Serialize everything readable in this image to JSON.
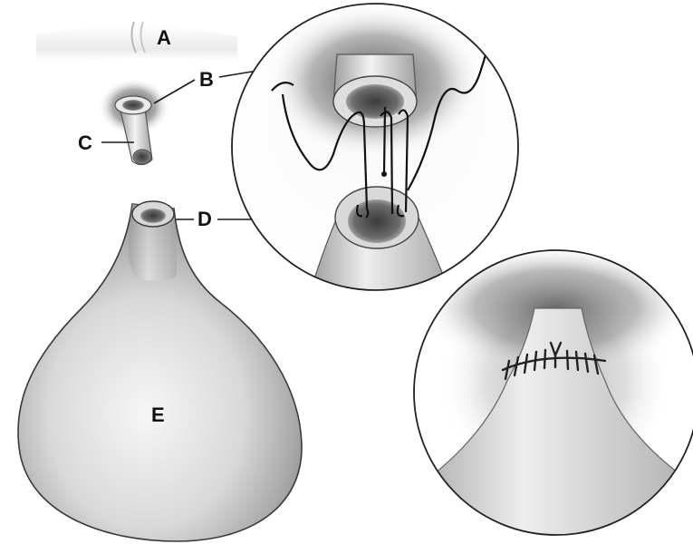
{
  "labels": {
    "a": "A",
    "b": "B",
    "c": "C",
    "d": "D",
    "e": "E"
  },
  "colors": {
    "outline": "#2a2a2a",
    "shade_dark": "#5a5a5a",
    "shade_light": "#f2f2f2",
    "background": "#ffffff"
  }
}
